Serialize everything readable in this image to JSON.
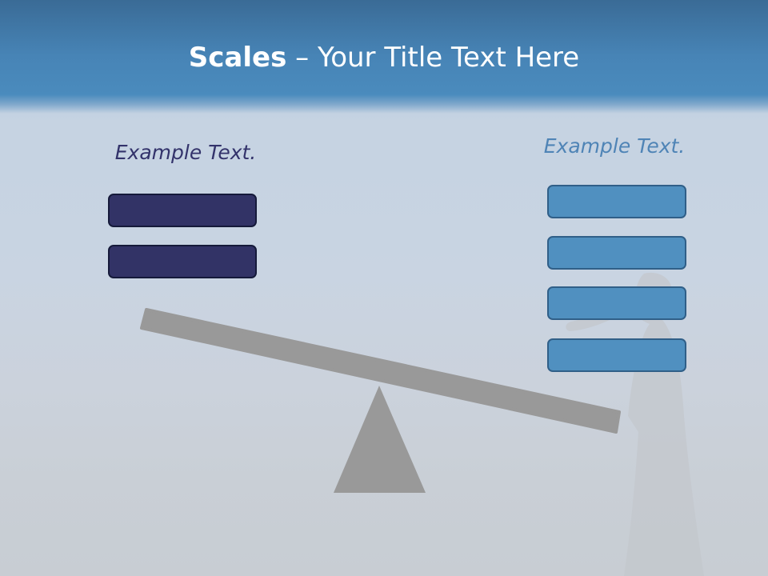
{
  "title": {
    "bold": "Scales",
    "rest": " – Your Title Text Here"
  },
  "left_group": {
    "label": "Example Text.",
    "box_count": 2,
    "color": "#323366"
  },
  "right_group": {
    "label": "Example Text.",
    "box_count": 4,
    "color": "#5090c0"
  },
  "colors": {
    "title_band": "#4784b6",
    "scale": "#999999"
  }
}
